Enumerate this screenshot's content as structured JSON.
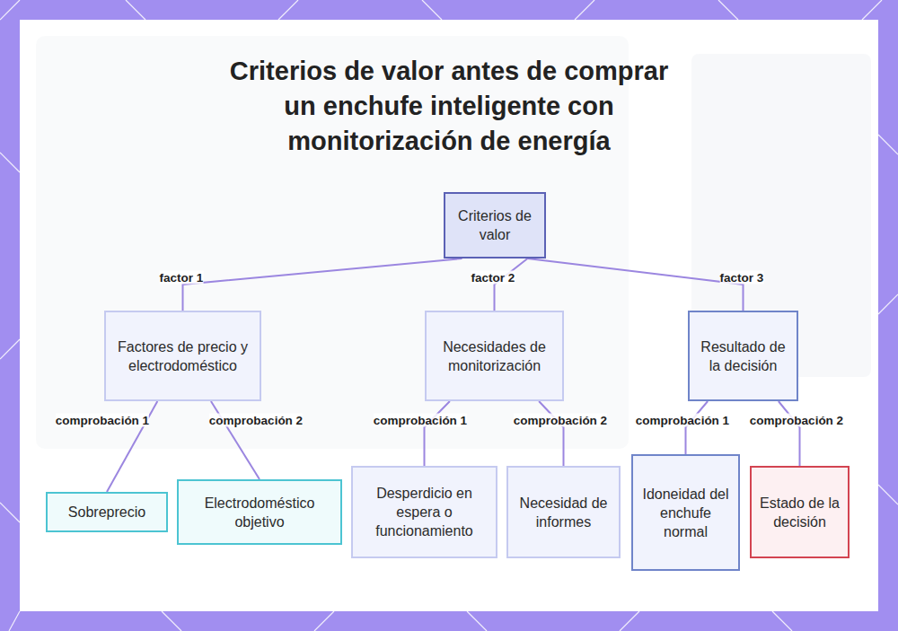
{
  "diagram": {
    "title": "Criterios de valor antes de comprar un enchufe inteligente con monitorización de energía",
    "nodes": [
      {
        "text": [
          "Criterios de valor"
        ]
      },
      {
        "text": [
          "Factores de precio y electrodoméstico"
        ]
      },
      {
        "text": [
          "Necesidades de monitorización"
        ]
      },
      {
        "text": [
          "Resultado de la decisión"
        ]
      },
      {
        "text": [
          "Sobreprecio"
        ]
      },
      {
        "text": [
          "Electrodoméstico objetivo"
        ]
      },
      {
        "text": [
          "Desperdicio en espera o funcionamiento"
        ]
      },
      {
        "text": [
          "Necesidad de informes"
        ]
      },
      {
        "text": [
          "Idoneidad del enchufe normal"
        ]
      },
      {
        "text": [
          "Estado de la decisión"
        ]
      }
    ],
    "edges": [
      {
        "from": 0,
        "to": 1,
        "arrow": "none",
        "label": "factor 1"
      },
      {
        "from": 0,
        "to": 2,
        "arrow": "none",
        "label": "factor 2"
      },
      {
        "from": 0,
        "to": 3,
        "arrow": "none",
        "label": "factor 3"
      },
      {
        "from": 1,
        "to": 4,
        "arrow": "none",
        "label": "comprobación 1"
      },
      {
        "from": 1,
        "to": 5,
        "arrow": "none",
        "label": "comprobación 2"
      },
      {
        "from": 2,
        "to": 6,
        "arrow": "none",
        "label": "comprobación 1"
      },
      {
        "from": 2,
        "to": 7,
        "arrow": "none",
        "label": "comprobación 2"
      },
      {
        "from": 3,
        "to": 8,
        "arrow": "none",
        "label": "comprobación 1"
      },
      {
        "from": 3,
        "to": 9,
        "arrow": "none",
        "label": "comprobación 2"
      }
    ]
  }
}
